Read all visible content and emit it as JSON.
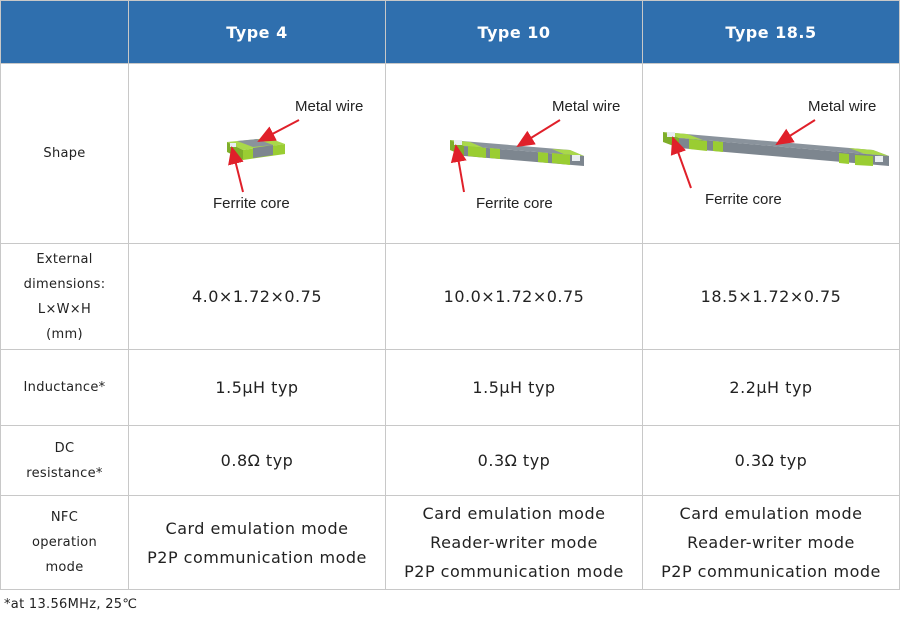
{
  "table": {
    "columns": [
      "Type 4",
      "Type 10",
      "Type 18.5"
    ],
    "rows": {
      "shape": {
        "label": "Shape"
      },
      "dimensions": {
        "label_lines": [
          "External",
          "dimensions:",
          "L×W×H",
          "(mm)"
        ],
        "values": [
          "4.0×1.72×0.75",
          "10.0×1.72×0.75",
          "18.5×1.72×0.75"
        ]
      },
      "inductance": {
        "label": "Inductance*",
        "values": [
          "1.5μH typ",
          "1.5μH typ",
          "2.2μH typ"
        ]
      },
      "dc_resistance": {
        "label_lines": [
          "DC",
          "resistance*"
        ],
        "values": [
          "0.8Ω typ",
          "0.3Ω typ",
          "0.3Ω typ"
        ]
      },
      "nfc_modes": {
        "label_lines": [
          "NFC",
          "operation",
          "mode"
        ],
        "values": [
          [
            "Card emulation mode",
            "P2P communication mode"
          ],
          [
            "Card emulation mode",
            "Reader-writer mode",
            "P2P communication mode"
          ],
          [
            "Card emulation mode",
            "Reader-writer mode",
            "P2P communication mode"
          ]
        ]
      }
    }
  },
  "callouts": {
    "metal_wire": "Metal wire",
    "ferrite_core": "Ferrite core"
  },
  "footnote": "*at 13.56MHz, 25℃",
  "colors": {
    "header_bg": "#2f6fae",
    "arrow": "#e0202a",
    "core_green": "#9acd32",
    "wire_gray": "#8a939c"
  }
}
